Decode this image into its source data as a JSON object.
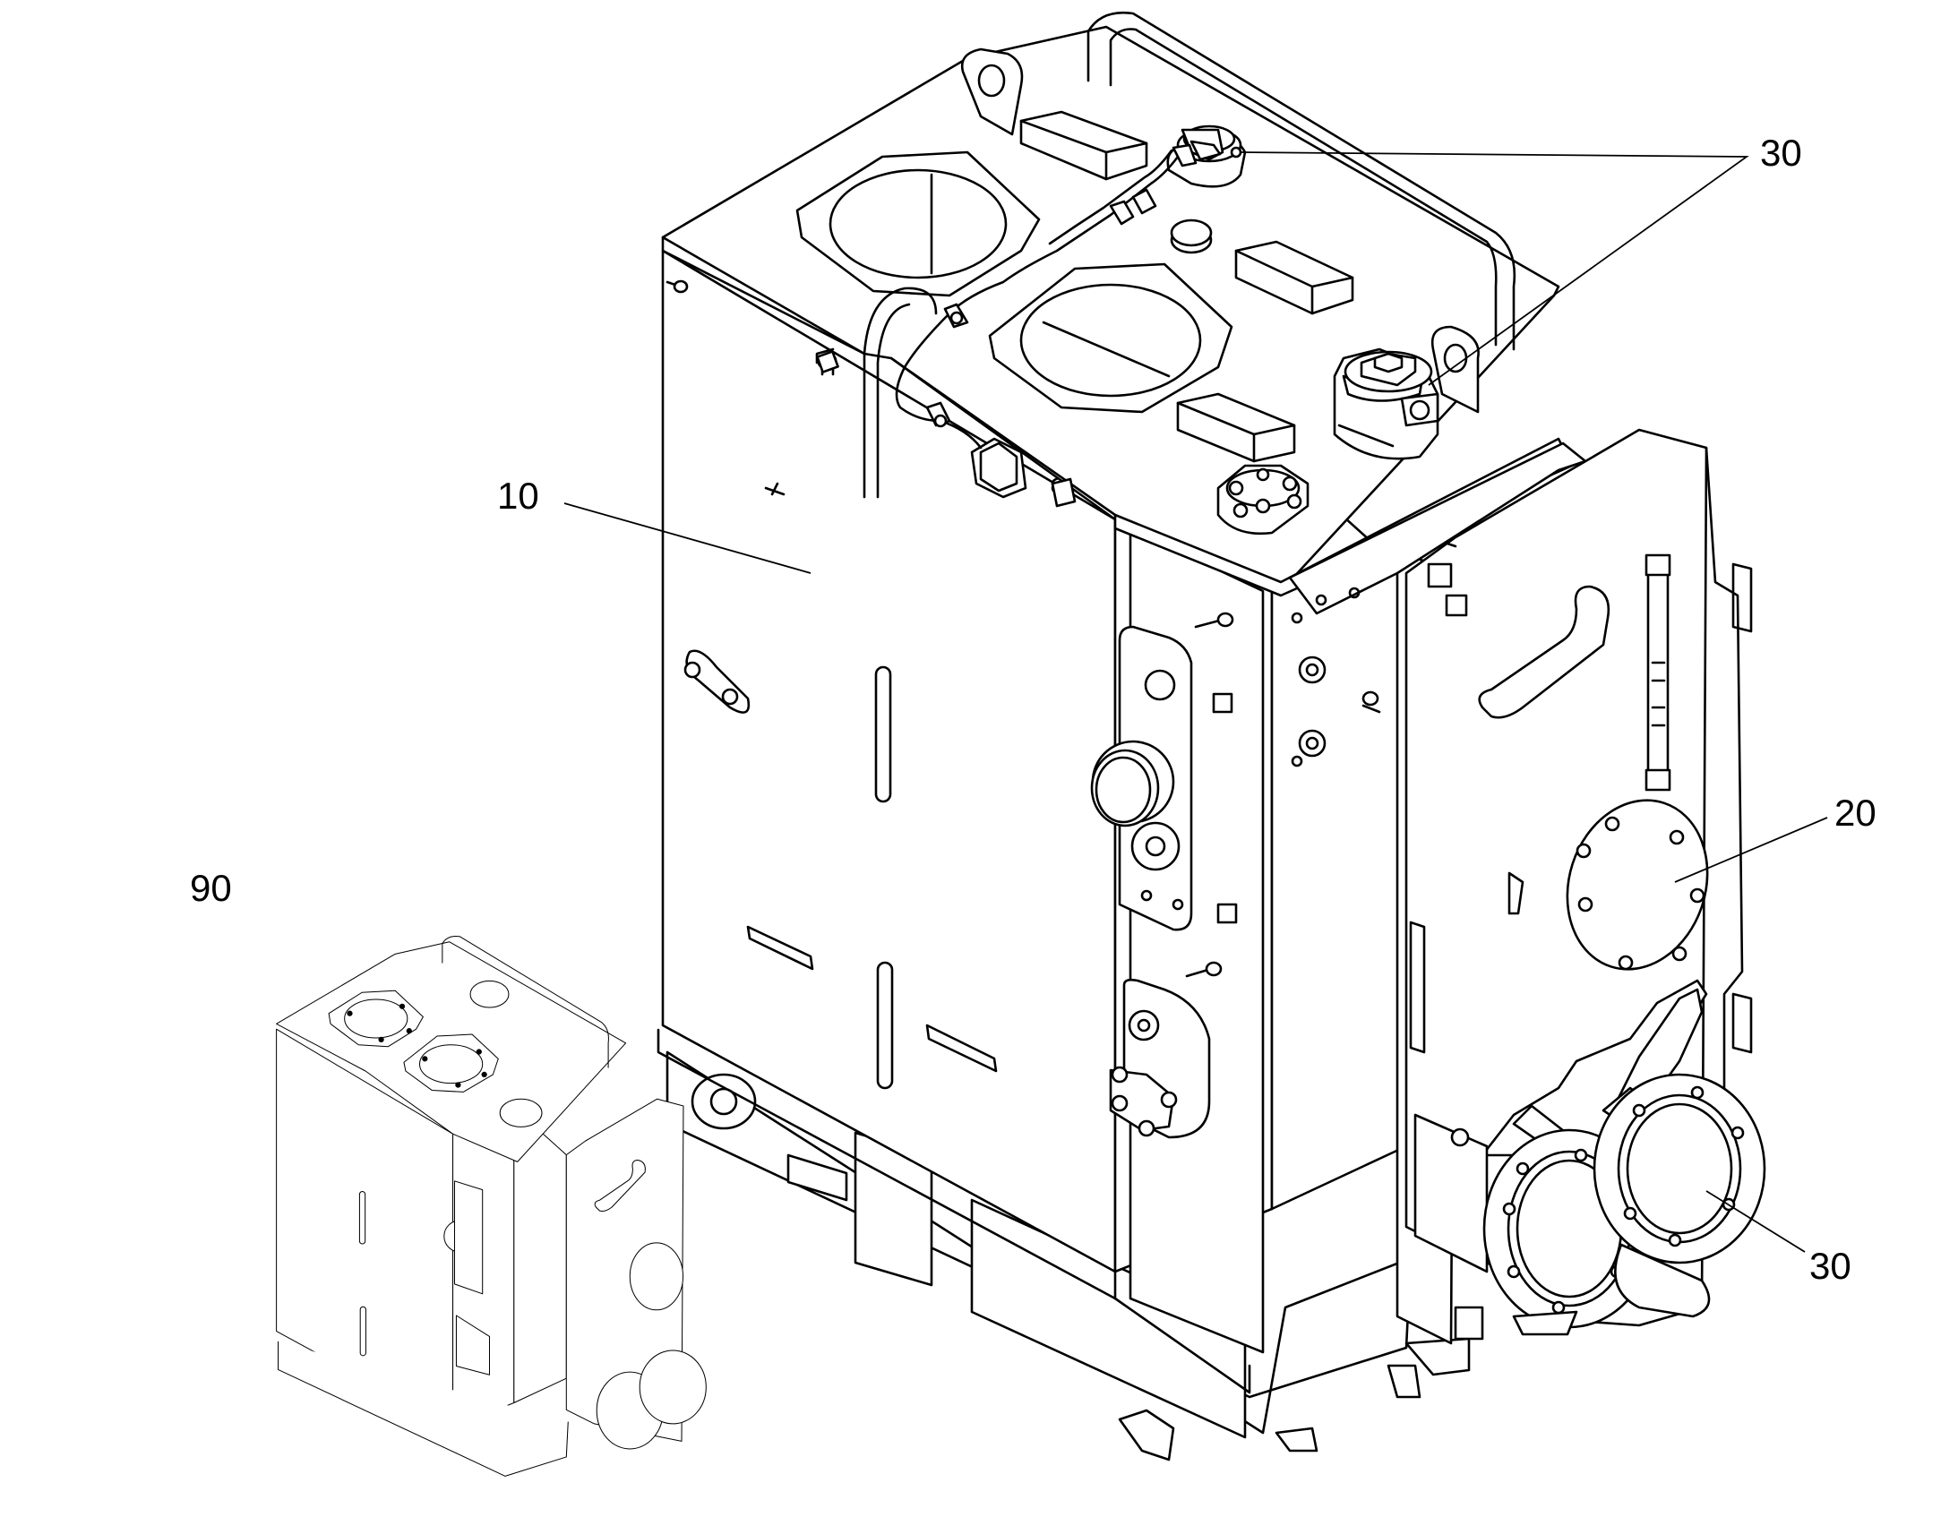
{
  "callouts": [
    {
      "id": "c10",
      "label": "10"
    },
    {
      "id": "c20",
      "label": "20"
    },
    {
      "id": "c30a",
      "label": "30"
    },
    {
      "id": "c30b",
      "label": "30"
    },
    {
      "id": "c90",
      "label": "90"
    }
  ],
  "colors": {
    "line": "#000000",
    "background": "#ffffff"
  }
}
